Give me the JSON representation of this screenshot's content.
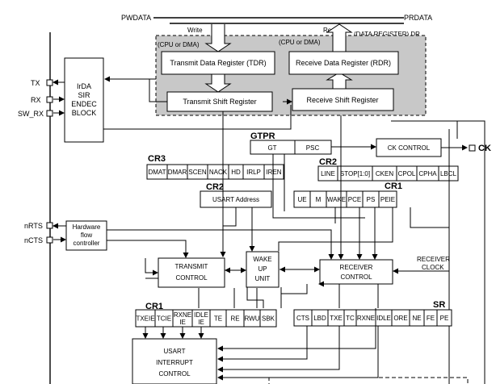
{
  "bus": {
    "pwdata": "PWDATA",
    "prdata": "PRDATA",
    "write": "Write",
    "read": "Read",
    "data_register": "(DATA REGISTER) DR"
  },
  "registers": {
    "cpu_dma_left": "(CPU or DMA)",
    "cpu_dma_right": "(CPU or DMA)",
    "tdr": "Transmit Data Register (TDR)",
    "rdr": "Receive Data Register (RDR)",
    "tsr": "Transmit Shift Register",
    "rsr": "Receive Shift Register"
  },
  "pins": {
    "tx": "TX",
    "rx": "RX",
    "sw_rx": "SW_RX",
    "nrts": "nRTS",
    "ncts": "nCTS",
    "ck": "CK"
  },
  "irda": [
    "IrDA",
    "SIR",
    "ENDEC",
    "BLOCK"
  ],
  "hwflow": [
    "Hardware",
    "flow",
    "controller"
  ],
  "gtpr": {
    "title": "GTPR",
    "gt": "GT",
    "psc": "PSC"
  },
  "ck_control": "CK CONTROL",
  "cr3": {
    "title": "CR3",
    "bits": [
      "DMAT",
      "DMAR",
      "SCEN",
      "NACK",
      "HD",
      "IRLP",
      "IREN"
    ]
  },
  "cr2_upper": {
    "title": "CR2",
    "bits": [
      "LINE",
      "STOP[1:0]",
      "CKEN",
      "CPOL",
      "CPHA",
      "LBCL"
    ]
  },
  "cr2_lower": {
    "title": "CR2",
    "address": "USART Address"
  },
  "cr1_upper": {
    "title": "CR1",
    "bits": [
      "UE",
      "M",
      "WAKE",
      "PCE",
      "PS",
      "PEIE"
    ]
  },
  "transmit_control": [
    "TRANSMIT",
    "CONTROL"
  ],
  "wakeup_unit": [
    "WAKE",
    "UP",
    "UNIT"
  ],
  "receiver_control": [
    "RECEIVER",
    "CONTROL"
  ],
  "receiver_clock": [
    "RECEIVER",
    "CLOCK"
  ],
  "cr1_lower": {
    "title": "CR1",
    "bits": [
      [
        "TXEIE"
      ],
      [
        "TCIE"
      ],
      [
        "RXNE",
        "IE"
      ],
      [
        "IDLE",
        "IE"
      ],
      [
        "TE"
      ],
      [
        "RE"
      ],
      [
        "RWU"
      ],
      [
        "SBK"
      ]
    ]
  },
  "sr": {
    "title": "SR",
    "bits": [
      "CTS",
      "LBD",
      "TXE",
      "TC",
      "RXNE",
      "IDLE",
      "ORE",
      "NE",
      "FE",
      "PE"
    ]
  },
  "interrupt": [
    "USART",
    "INTERRUPT",
    "CONTROL"
  ]
}
